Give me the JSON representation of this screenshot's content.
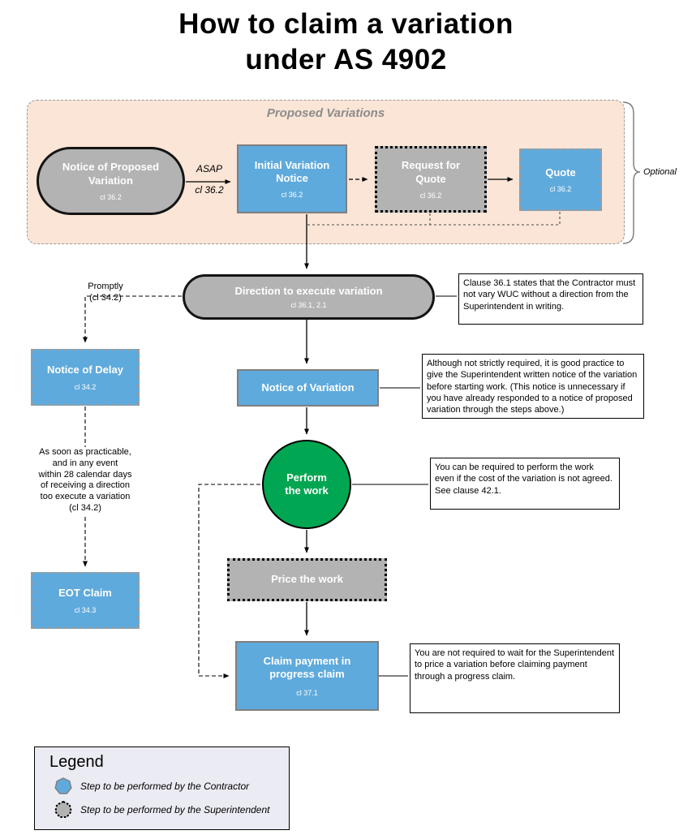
{
  "title": "How to claim a variation\nunder AS 4902",
  "container": {
    "label": "Proposed Variations",
    "optional": "Optional"
  },
  "edges": {
    "asap_top": "ASAP",
    "asap_bottom": "cl 36.2",
    "promptly": "Promptly\n(cl 34.2)"
  },
  "nodes": {
    "notice_proposed": {
      "title": "Notice of Proposed\nVariation",
      "clause": "cl 36.2"
    },
    "initial_variation": {
      "title": "Initial Variation\nNotice",
      "clause": "cl 36.2"
    },
    "request_quote": {
      "title": "Request for\nQuote",
      "clause": "cl 36.2"
    },
    "quote": {
      "title": "Quote",
      "clause": "cl 36.2"
    },
    "direction": {
      "title": "Direction to execute variation",
      "clause": "cl 36.1, 2.1"
    },
    "notice_delay": {
      "title": "Notice of Delay",
      "clause": "cl 34.2"
    },
    "eot_claim": {
      "title": "EOT Claim",
      "clause": "cl 34.3"
    },
    "notice_variation": {
      "title": "Notice of Variation"
    },
    "perform": {
      "title": "Perform\nthe work"
    },
    "price": {
      "title": "Price the work"
    },
    "claim": {
      "title": "Claim payment in\nprogress claim",
      "clause": "cl 37.1"
    }
  },
  "annotations": {
    "eot_timing": "As soon as practicable,\nand in any event\nwithin 28 calendar days\nof receiving a direction\ntoo execute a variation\n(cl 34.2)",
    "note_direction": "Clause 36.1 states that the Contractor must not vary WUC without a direction from the Superintendent in writing.",
    "note_notice": "Although not strictly required, it is good practice to give the Superintendent written notice of the variation before starting work. (This notice is unnecessary if you have already responded to a notice of proposed variation through the steps above.)",
    "note_perform": "You can be required to perform the work even if the cost of the variation is not agreed. See clause 42.1.",
    "note_claim": "You are not required to wait for the Superintendent to price a variation before claiming payment through a progress claim."
  },
  "legend": {
    "title": "Legend",
    "items": [
      {
        "label": "Step to be performed by the Contractor"
      },
      {
        "label": "Step to be performed by the Superintendent"
      }
    ]
  },
  "colors": {
    "contractor_blue": "#5FAADC",
    "superintendent_gray": "#B3B3B3",
    "proposed_bg": "#FBE5D6",
    "perform_green": "#00A651",
    "legend_bg": "#EBEBF3"
  }
}
